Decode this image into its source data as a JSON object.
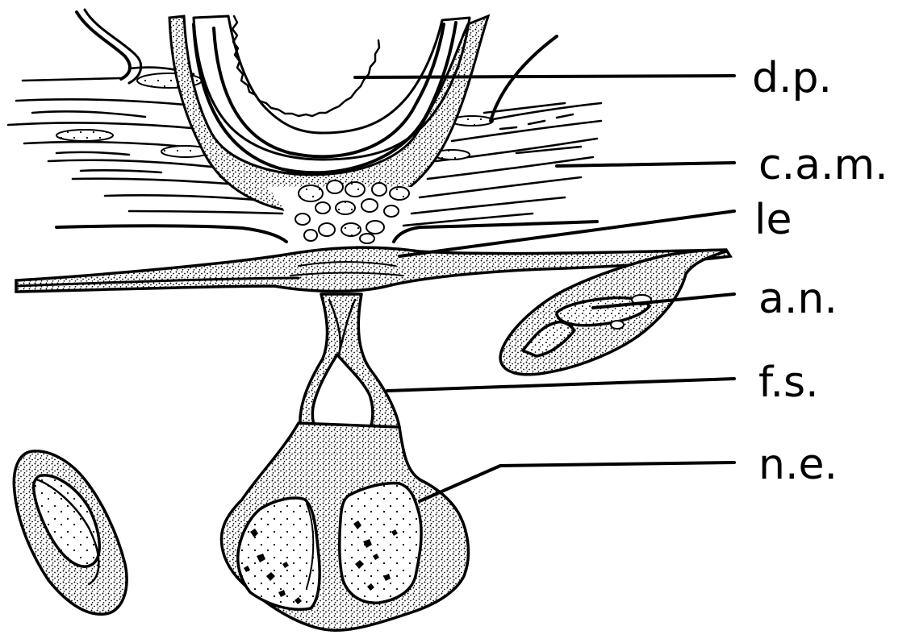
{
  "labels": [
    {
      "id": "dp",
      "text": "d.p."
    },
    {
      "id": "cam",
      "text": "c.a.m."
    },
    {
      "id": "le",
      "text": "le"
    },
    {
      "id": "an",
      "text": "a.n."
    },
    {
      "id": "fs",
      "text": "f.s."
    },
    {
      "id": "ne",
      "text": "n.e."
    }
  ],
  "colors": {
    "ink": "#000000",
    "paper": "#ffffff"
  }
}
